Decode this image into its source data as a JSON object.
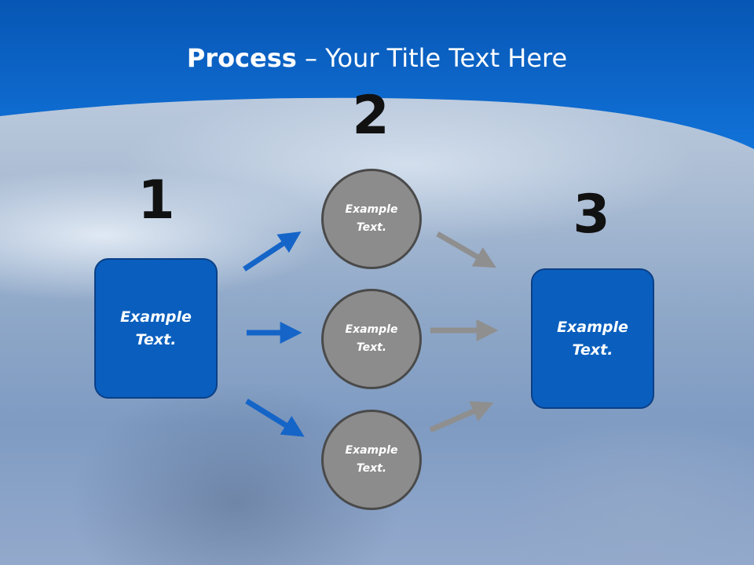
{
  "slide": {
    "title_strong": "Process",
    "title_rest": " – Your Title Text Here"
  },
  "steps": {
    "step1": {
      "number": "1",
      "text": "Example\nText."
    },
    "step2": {
      "number": "2"
    },
    "step3": {
      "number": "3",
      "text": "Example\nText."
    }
  },
  "circles": [
    {
      "text": "Example\nText."
    },
    {
      "text": "Example\nText."
    },
    {
      "text": "Example\nText."
    }
  ],
  "colors": {
    "box_fill": "#0a5fbe",
    "circle_fill": "#8c8c8c",
    "arrow_blue": "#1565c8",
    "arrow_gray": "#8f8f8f",
    "header_blue": "#0a63c9"
  }
}
